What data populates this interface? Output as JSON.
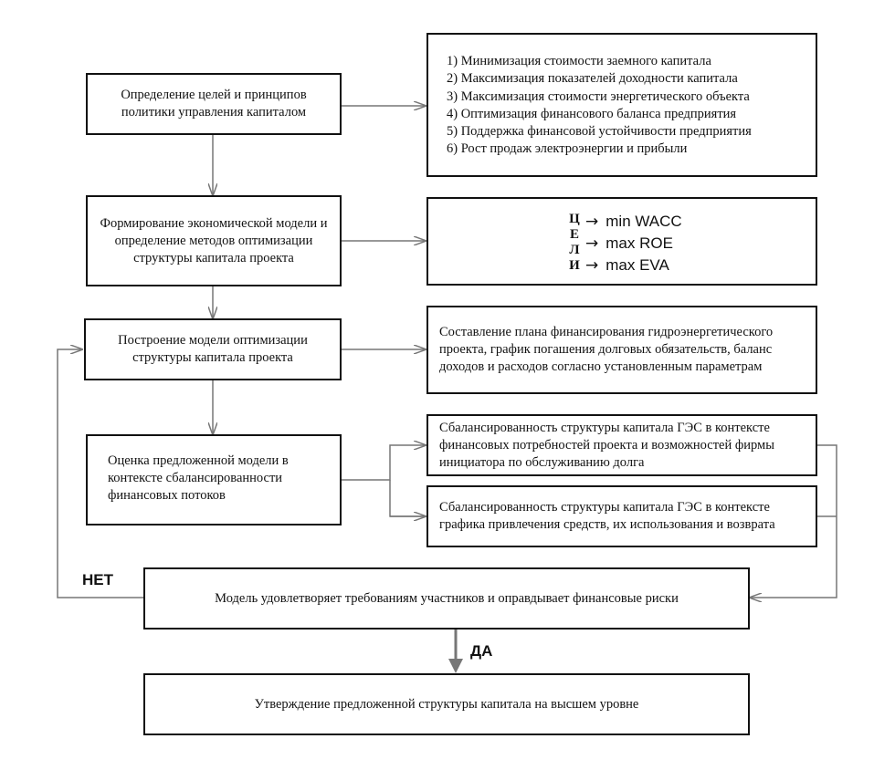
{
  "steps": {
    "define_goals": "Определение целей и принципов политики управления капиталом",
    "economic_model": "Формирование экономической модели и определение методов оптимизации структуры капитала проекта",
    "build_model": "Построение модели оптимизации структуры капитала проекта",
    "evaluate_model": "Оценка предложенной модели в контексте сбалансированности финансовых потоков",
    "satisfies": "Модель удовлетворяет требованиям участников и оправдывает финансовые риски",
    "approve": "Утверждение предложенной структуры капитала на высшем уровне"
  },
  "goals_list": [
    "1) Минимизация стоимости заемного капитала",
    "2) Максимизация показателей доходности капитала",
    "3) Максимизация стоимости энергетического объекта",
    "4) Оптимизация финансового баланса предприятия",
    "5) Поддержка финансовой устойчивости предприятия",
    "6) Рост продаж электроэнергии и прибыли"
  ],
  "goals_box": {
    "letters": [
      "Ц",
      "Е",
      "Л",
      "И"
    ],
    "arrow": "→",
    "metrics": [
      "min WACC",
      "max ROE",
      "max EVA"
    ]
  },
  "financing_plan": "Составление плана финансирования гидроэнергетического проекта, график погашения долговых обязательств, баланс доходов и расходов согласно установленным параметрам",
  "balance_needs": "Сбалансированность структуры капитала ГЭС в контексте финансовых потребностей проекта и возможностей фирмы инициатора по обслуживанию долга",
  "balance_schedule": "Сбалансированность структуры капитала ГЭС в контексте графика привлечения средств, их использования и возврата",
  "labels": {
    "no": "НЕТ",
    "yes": "ДА"
  }
}
